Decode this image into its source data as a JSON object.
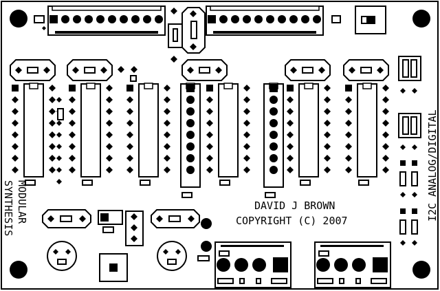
{
  "board": {
    "credit_line1": "DAVID J BROWN",
    "credit_line2": "COPYRIGHT (C) 2007",
    "title_line1": "MODULAR",
    "title_line2": "SYNTHESIS",
    "side_label": "I2C ANALOG/DIGITAL"
  },
  "colors": {
    "ink": "#000000",
    "board": "#ffffff"
  },
  "ic_count": 8,
  "pins_per_side": 8
}
